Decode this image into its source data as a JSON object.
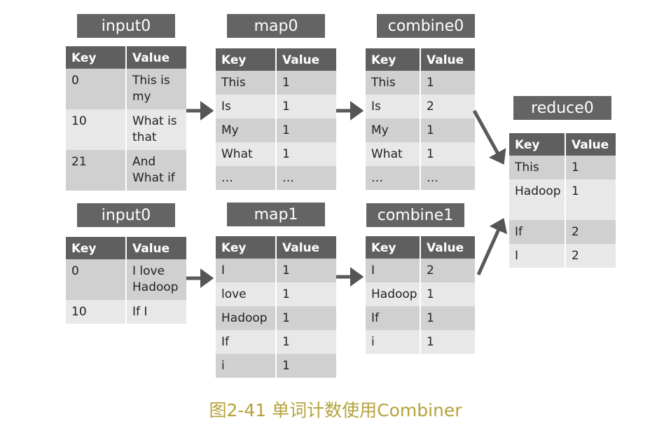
{
  "header": {
    "key": "Key",
    "value": "Value"
  },
  "input0": {
    "title": "input0",
    "rows": [
      {
        "key": "0",
        "value": "This is my"
      },
      {
        "key": "10",
        "value": "What is that"
      },
      {
        "key": "21",
        "value": "And What if"
      }
    ]
  },
  "input1": {
    "title": "input0",
    "rows": [
      {
        "key": "0",
        "value": "I love Hadoop"
      },
      {
        "key": "10",
        "value": "If I"
      }
    ]
  },
  "map0": {
    "title": "map0",
    "rows": [
      {
        "key": "This",
        "value": "1"
      },
      {
        "key": "Is",
        "value": "1"
      },
      {
        "key": "My",
        "value": "1"
      },
      {
        "key": "What",
        "value": "1"
      },
      {
        "key": "…",
        "value": "…"
      }
    ]
  },
  "map1": {
    "title": "map1",
    "rows": [
      {
        "key": "I",
        "value": "1"
      },
      {
        "key": "love",
        "value": "1"
      },
      {
        "key": "Hadoop",
        "value": "1"
      },
      {
        "key": "If",
        "value": "1"
      },
      {
        "key": "i",
        "value": "1"
      }
    ]
  },
  "combine0": {
    "title": "combine0",
    "rows": [
      {
        "key": "This",
        "value": "1"
      },
      {
        "key": "Is",
        "value": "2"
      },
      {
        "key": "My",
        "value": "1"
      },
      {
        "key": "What",
        "value": "1"
      },
      {
        "key": "…",
        "value": "…"
      }
    ]
  },
  "combine1": {
    "title": "combine1",
    "rows": [
      {
        "key": "I",
        "value": "2"
      },
      {
        "key": "Hadoop",
        "value": "1"
      },
      {
        "key": "If",
        "value": "1"
      },
      {
        "key": "i",
        "value": "1"
      }
    ]
  },
  "reduce0": {
    "title": "reduce0",
    "rows": [
      {
        "key": "This",
        "value": "1"
      },
      {
        "key": "Hadoop",
        "value": "1"
      },
      {
        "key": "If",
        "value": "2"
      },
      {
        "key": "I",
        "value": "2"
      }
    ]
  },
  "caption": "图2-41 单词计数使用Combiner"
}
